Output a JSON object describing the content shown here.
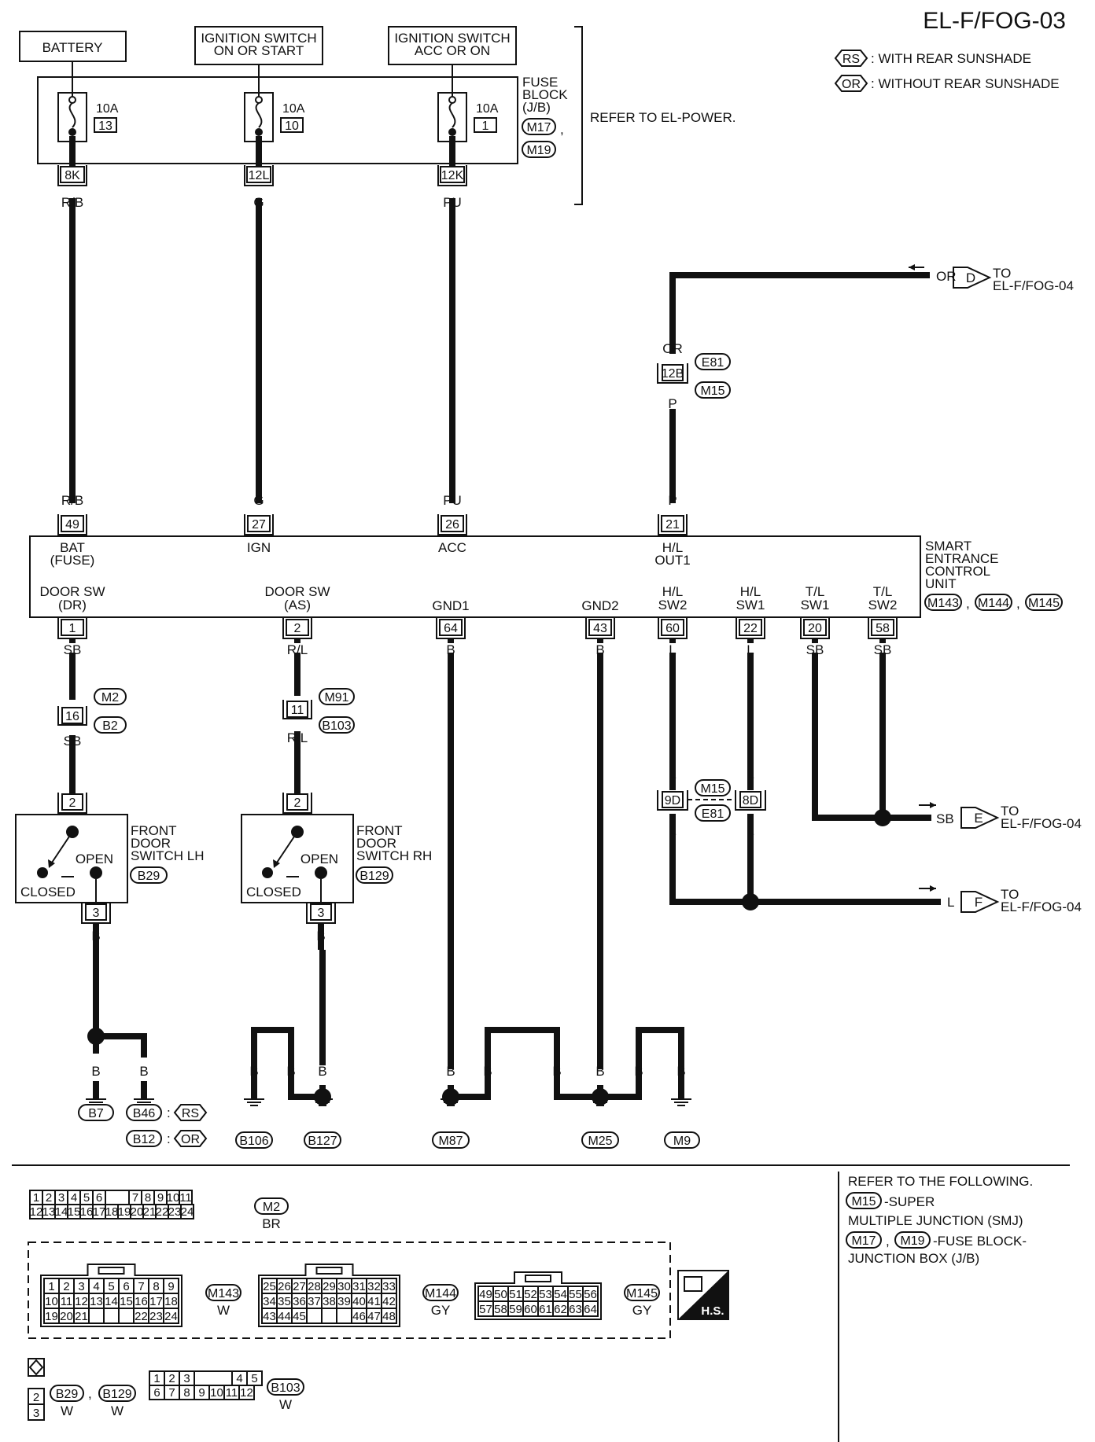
{
  "page_title": "EL-F/FOG-03",
  "legend": [
    {
      "code": "RS",
      "text": ": WITH REAR SUNSHADE"
    },
    {
      "code": "OR",
      "text": ": WITHOUT REAR SUNSHADE"
    }
  ],
  "power_sources": [
    {
      "label": "BATTERY",
      "fuse_amp": "10A",
      "fuse_no": "13",
      "conn": "8K",
      "wire": "R/B"
    },
    {
      "label": "IGNITION SWITCH\nON OR START",
      "fuse_amp": "10A",
      "fuse_no": "10",
      "conn": "12L",
      "wire": "G"
    },
    {
      "label": "IGNITION SWITCH\nACC OR ON",
      "fuse_amp": "10A",
      "fuse_no": "1",
      "conn": "12K",
      "wire": "PU"
    }
  ],
  "fuse_block": {
    "label": "FUSE\nBLOCK\n(J/B)",
    "conns": [
      "M17",
      "M19"
    ],
    "refer": "REFER TO EL-POWER."
  },
  "unit": {
    "label": "SMART\nENTRANCE\nCONTROL\nUNIT",
    "conns": [
      "M143",
      "M144",
      "M145"
    ],
    "top_pins": [
      {
        "pin": "49",
        "name": "BAT\n(FUSE)",
        "wire": "R/B"
      },
      {
        "pin": "27",
        "name": "IGN",
        "wire": "G"
      },
      {
        "pin": "26",
        "name": "ACC",
        "wire": "PU"
      },
      {
        "pin": "21",
        "name": "H/L\nOUT1",
        "wire": "P"
      }
    ],
    "bottom_pins": [
      {
        "pin": "1",
        "name": "DOOR SW\n(DR)",
        "wire": "SB"
      },
      {
        "pin": "2",
        "name": "DOOR SW\n(AS)",
        "wire": "R/L"
      },
      {
        "pin": "64",
        "name": "GND1",
        "wire": "B"
      },
      {
        "pin": "43",
        "name": "GND2",
        "wire": "B"
      },
      {
        "pin": "60",
        "name": "H/L\nSW2",
        "wire": "L"
      },
      {
        "pin": "22",
        "name": "H/L\nSW1",
        "wire": "L"
      },
      {
        "pin": "20",
        "name": "T/L\nSW1",
        "wire": "SB"
      },
      {
        "pin": "58",
        "name": "T/L\nSW2",
        "wire": "SB"
      }
    ]
  },
  "junctions": {
    "j12b": {
      "pin": "12B",
      "top_wire": "OR",
      "bottom_wire": "P",
      "conns": [
        "E81",
        "M15"
      ]
    },
    "j16": {
      "pin": "16",
      "wire": "SB",
      "conns": [
        "M2",
        "B2"
      ]
    },
    "j11": {
      "pin": "11",
      "wire": "R/L",
      "conns": [
        "M91",
        "B103"
      ]
    },
    "j9d": {
      "pin": "9D",
      "wire": "L"
    },
    "j8d": {
      "pin": "8D",
      "wire": "L"
    },
    "j9d8d_conns": [
      "M15",
      "E81"
    ]
  },
  "switches": [
    {
      "name": "FRONT\nDOOR\nSWITCH LH",
      "conn": "B29",
      "pin_top": "2",
      "pin_bottom": "3",
      "open": "OPEN",
      "closed": "CLOSED",
      "wire": "B"
    },
    {
      "name": "FRONT\nDOOR\nSWITCH RH",
      "conn": "B129",
      "pin_top": "2",
      "pin_bottom": "3",
      "open": "OPEN",
      "closed": "CLOSED",
      "wire": "B"
    }
  ],
  "offpage": [
    {
      "wire": "OR",
      "letter": "D",
      "to": "TO\nEL-F/FOG-04"
    },
    {
      "wire": "SB",
      "letter": "E",
      "to": "TO\nEL-F/FOG-04"
    },
    {
      "wire": "L",
      "letter": "F",
      "to": "TO\nEL-F/FOG-04"
    }
  ],
  "grounds": {
    "b7": "B7",
    "b46": "B46",
    "b12": "B12",
    "rs": "RS",
    "or": "OR",
    "colon": ":",
    "b106": "B106",
    "b127": "B127",
    "m87": "M87",
    "m25": "M25",
    "m9": "M9",
    "wire": "B"
  },
  "connectors": {
    "m2": {
      "code": "M2",
      "color": "BR",
      "row1": [
        "1",
        "2",
        "3",
        "4",
        "5",
        "6",
        "",
        "7",
        "8",
        "9",
        "10",
        "11"
      ],
      "row2": [
        "12",
        "13",
        "14",
        "15",
        "16",
        "17",
        "18",
        "19",
        "20",
        "21",
        "22",
        "23",
        "24"
      ]
    },
    "m143": {
      "code": "M143",
      "color": "W",
      "row1": [
        "1",
        "2",
        "3",
        "4",
        "5",
        "6",
        "7",
        "8",
        "9"
      ],
      "row2": [
        "10",
        "11",
        "12",
        "13",
        "14",
        "15",
        "16",
        "17",
        "18"
      ],
      "row3": [
        "19",
        "20",
        "21",
        "",
        "",
        "",
        "22",
        "23",
        "24"
      ]
    },
    "m144": {
      "code": "M144",
      "color": "GY",
      "row1": [
        "25",
        "26",
        "27",
        "28",
        "29",
        "30",
        "31",
        "32",
        "33"
      ],
      "row2": [
        "34",
        "35",
        "36",
        "37",
        "38",
        "39",
        "40",
        "41",
        "42"
      ],
      "row3": [
        "43",
        "44",
        "45",
        "",
        "",
        "",
        "46",
        "47",
        "48"
      ]
    },
    "m145": {
      "code": "M145",
      "color": "GY",
      "row1": [
        "49",
        "50",
        "51",
        "52",
        "53",
        "54",
        "55",
        "56"
      ],
      "row2": [
        "57",
        "58",
        "59",
        "60",
        "61",
        "62",
        "63",
        "64"
      ]
    },
    "b29": {
      "code": "B29",
      "color": "W"
    },
    "b129": {
      "code": "B129",
      "color": "W"
    },
    "b29_pins": [
      "2",
      "3"
    ],
    "b103": {
      "code": "B103",
      "color": "W",
      "row1": [
        "1",
        "2",
        "3",
        "",
        "4",
        "5"
      ],
      "row2": [
        "6",
        "7",
        "8",
        "9",
        "10",
        "11",
        "12"
      ]
    },
    "hs": "H.S."
  },
  "refer_note": {
    "line1": "REFER TO THE FOLLOWING.",
    "m15": "M15",
    "m15_text": "-SUPER",
    "line3": "MULTIPLE JUNCTION (SMJ)",
    "m17": "M17",
    "comma": ",",
    "m19": "M19",
    "m19_text": "-FUSE BLOCK-",
    "line5": "JUNCTION BOX (J/B)"
  }
}
